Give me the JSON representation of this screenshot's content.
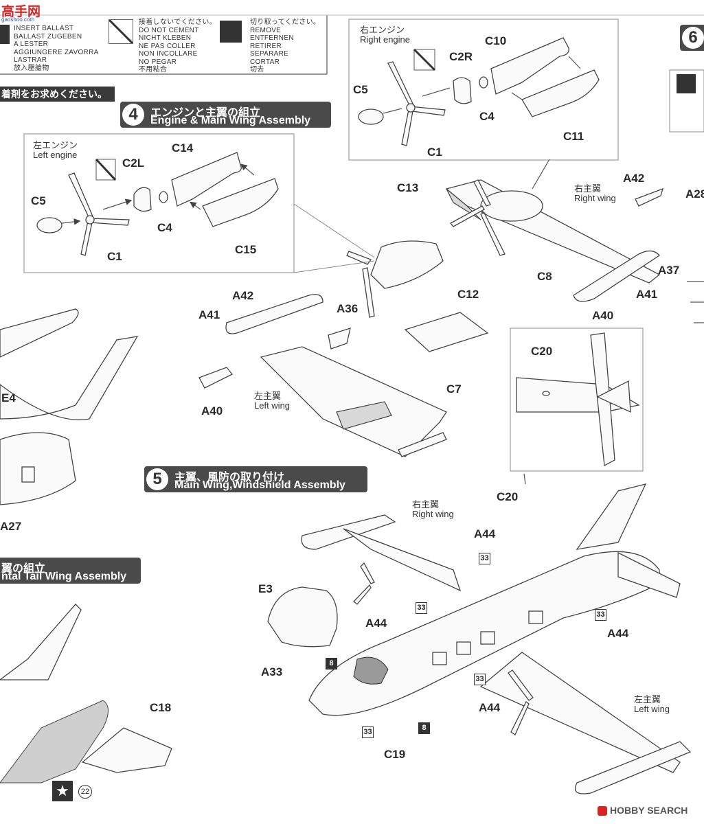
{
  "watermark_top": {
    "logo_text": "高手网",
    "sub_text": "gaoshoo.com"
  },
  "legend": {
    "ballast": [
      "INSERT BALLAST",
      "BALLAST ZUGEBEN",
      "A LESTER",
      "AGGIUNGERE ZAVORRA",
      "LASTRAR",
      "放入壓艙物"
    ],
    "no_cement_jp": "接着しないでください。",
    "no_cement": [
      "DO NOT CEMENT",
      "NICHT KLEBEN",
      "NE PAS COLLER",
      "NON INCOLLARE",
      "NO PEGAR",
      "不用粘合"
    ],
    "cut_jp": "切り取ってください。",
    "cut": [
      "REMOVE",
      "ENTFERNEN",
      "RETIRER",
      "SEPARARE",
      "CORTAR",
      "切去"
    ]
  },
  "left_note": "着剤をお求めください。",
  "step4": {
    "num": "4",
    "jp": "エンジンと主翼の組立",
    "en": "Engine & Main Wing Assembly"
  },
  "step5": {
    "num": "5",
    "jp": "主翼、風防の取り付け",
    "en": "Main Wing,Windshield Assembly"
  },
  "step_tail": {
    "jp": "翼の組立",
    "en": "ntal Tail Wing Assembly"
  },
  "step6": {
    "num": "6"
  },
  "left_engine": {
    "jp": "左エンジン",
    "en": "Left engine"
  },
  "right_engine": {
    "jp": "右エンジン",
    "en": "Right engine"
  },
  "left_wing": {
    "jp": "左主翼",
    "en": "Left wing"
  },
  "right_wing": {
    "jp": "右主翼",
    "en": "Right wing"
  },
  "parts": {
    "C14": "C14",
    "C2L": "C2L",
    "C5": "C5",
    "C4": "C4",
    "C15": "C15",
    "C1": "C1",
    "C10": "C10",
    "C2R": "C2R",
    "C11": "C11",
    "C13": "C13",
    "A42": "A42",
    "A28": "A28",
    "C8": "C8",
    "A37": "A37",
    "A41": "A41",
    "A40": "A40",
    "A36": "A36",
    "C12": "C12",
    "C7": "C7",
    "C20": "C20",
    "E4": "E4",
    "A27": "A27",
    "A44": "A44",
    "E3": "E3",
    "A33": "A33",
    "C19": "C19",
    "C18": "C18"
  },
  "badges": {
    "n33": "33",
    "n8": "8",
    "n22": "22"
  },
  "footer": {
    "logo": "HOBBY SEARCH"
  }
}
